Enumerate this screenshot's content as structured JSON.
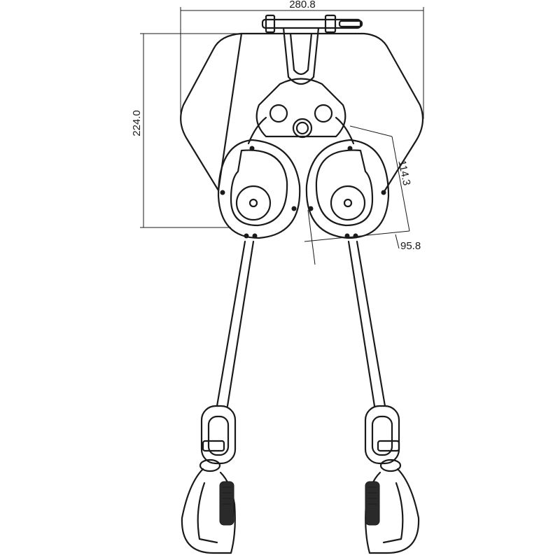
{
  "dimensions": {
    "width": "280.8",
    "height": "224.0",
    "unit_height": "114.3",
    "unit_width": "95.8"
  },
  "colors": {
    "line": "#1a1a1a",
    "background": "#ffffff"
  }
}
